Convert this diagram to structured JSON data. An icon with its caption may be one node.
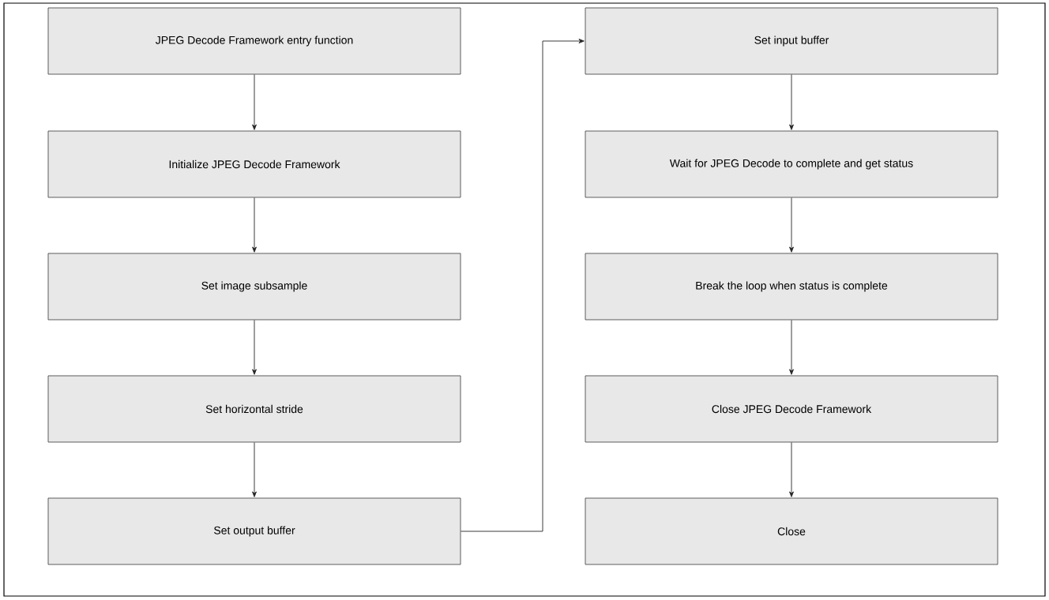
{
  "diagram": {
    "nodes": [
      {
        "text": [
          "JPEG Decode Framework entry function"
        ]
      },
      {
        "text": [
          "Initialize JPEG Decode Framework"
        ]
      },
      {
        "text": [
          "Set image subsample"
        ]
      },
      {
        "text": [
          "Set horizontal stride"
        ]
      },
      {
        "text": [
          "Set output buffer"
        ]
      },
      {
        "text": [
          "Set input buffer"
        ]
      },
      {
        "text": [
          "Wait for JPEG Decode to complete and get status"
        ]
      },
      {
        "text": [
          "Break the loop when status is complete"
        ]
      },
      {
        "text": [
          "Close JPEG Decode Framework"
        ]
      },
      {
        "text": [
          "Close"
        ]
      }
    ],
    "edges": [
      {
        "from": 0,
        "to": 1,
        "arrow": "to"
      },
      {
        "from": 1,
        "to": 2,
        "arrow": "to"
      },
      {
        "from": 2,
        "to": 3,
        "arrow": "to"
      },
      {
        "from": 3,
        "to": 4,
        "arrow": "to"
      },
      {
        "from": 4,
        "to": 5,
        "arrow": "to"
      },
      {
        "from": 5,
        "to": 6,
        "arrow": "to"
      },
      {
        "from": 6,
        "to": 7,
        "arrow": "to"
      },
      {
        "from": 7,
        "to": 8,
        "arrow": "to"
      },
      {
        "from": 8,
        "to": 9,
        "arrow": "to"
      }
    ]
  }
}
